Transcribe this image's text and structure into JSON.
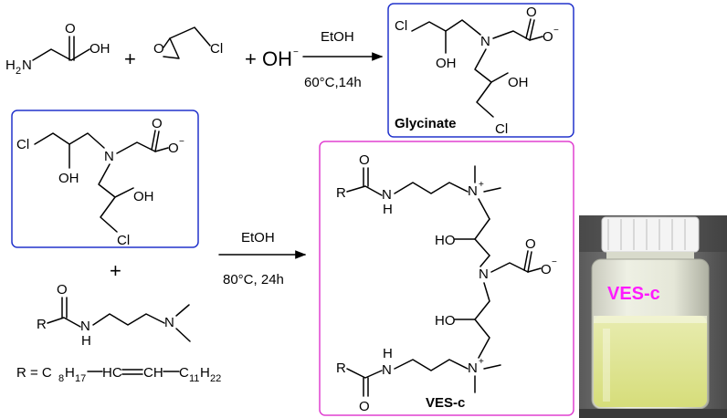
{
  "reaction1": {
    "reactant1": {
      "h": "H",
      "h_sub": "2",
      "n": "N",
      "oh": "OH",
      "o": "O"
    },
    "reactant2": {
      "o": "O",
      "cl": "Cl"
    },
    "plus": "+",
    "hydroxide": "+ OH",
    "hydroxide_charge": "−",
    "arrow_above": "EtOH",
    "arrow_below": "60°C,14h",
    "product_label": "Glycinate"
  },
  "glycinate": {
    "cl_top": "Cl",
    "oh_left": "OH",
    "n": "N",
    "o_carbonyl": "O",
    "o_anion": "O",
    "o_charge": "−",
    "oh_right": "OH",
    "cl_bottom": "Cl"
  },
  "reaction2": {
    "plus": "+",
    "arrow_above": "EtOH",
    "arrow_below": "80°C, 24h",
    "amine": {
      "o": "O",
      "r": "R",
      "nh_n": "N",
      "nh_h": "H",
      "n": "N"
    },
    "r_definition": {
      "prefix": "R = C",
      "c8_sub": "8",
      "h17": "H",
      "h17_sub": "17",
      "hc": "HC",
      "ch": "CH",
      "c11": "C",
      "c11_sub": "11",
      "h22": "H",
      "h22_sub": "22"
    },
    "product_label": "VES-c"
  },
  "ves_c": {
    "r": "R",
    "o": "O",
    "n": "N",
    "h": "H",
    "n_plus": "N",
    "plus": "+",
    "ho": "HO",
    "n_center": "N",
    "o_carbonyl": "O",
    "o_anion": "O",
    "o_charge": "−"
  },
  "photo": {
    "label": "VES-c",
    "label_color": "#ff1aff"
  },
  "colors": {
    "glycinate_box": "#2233cc",
    "product_box": "#e040d0"
  }
}
